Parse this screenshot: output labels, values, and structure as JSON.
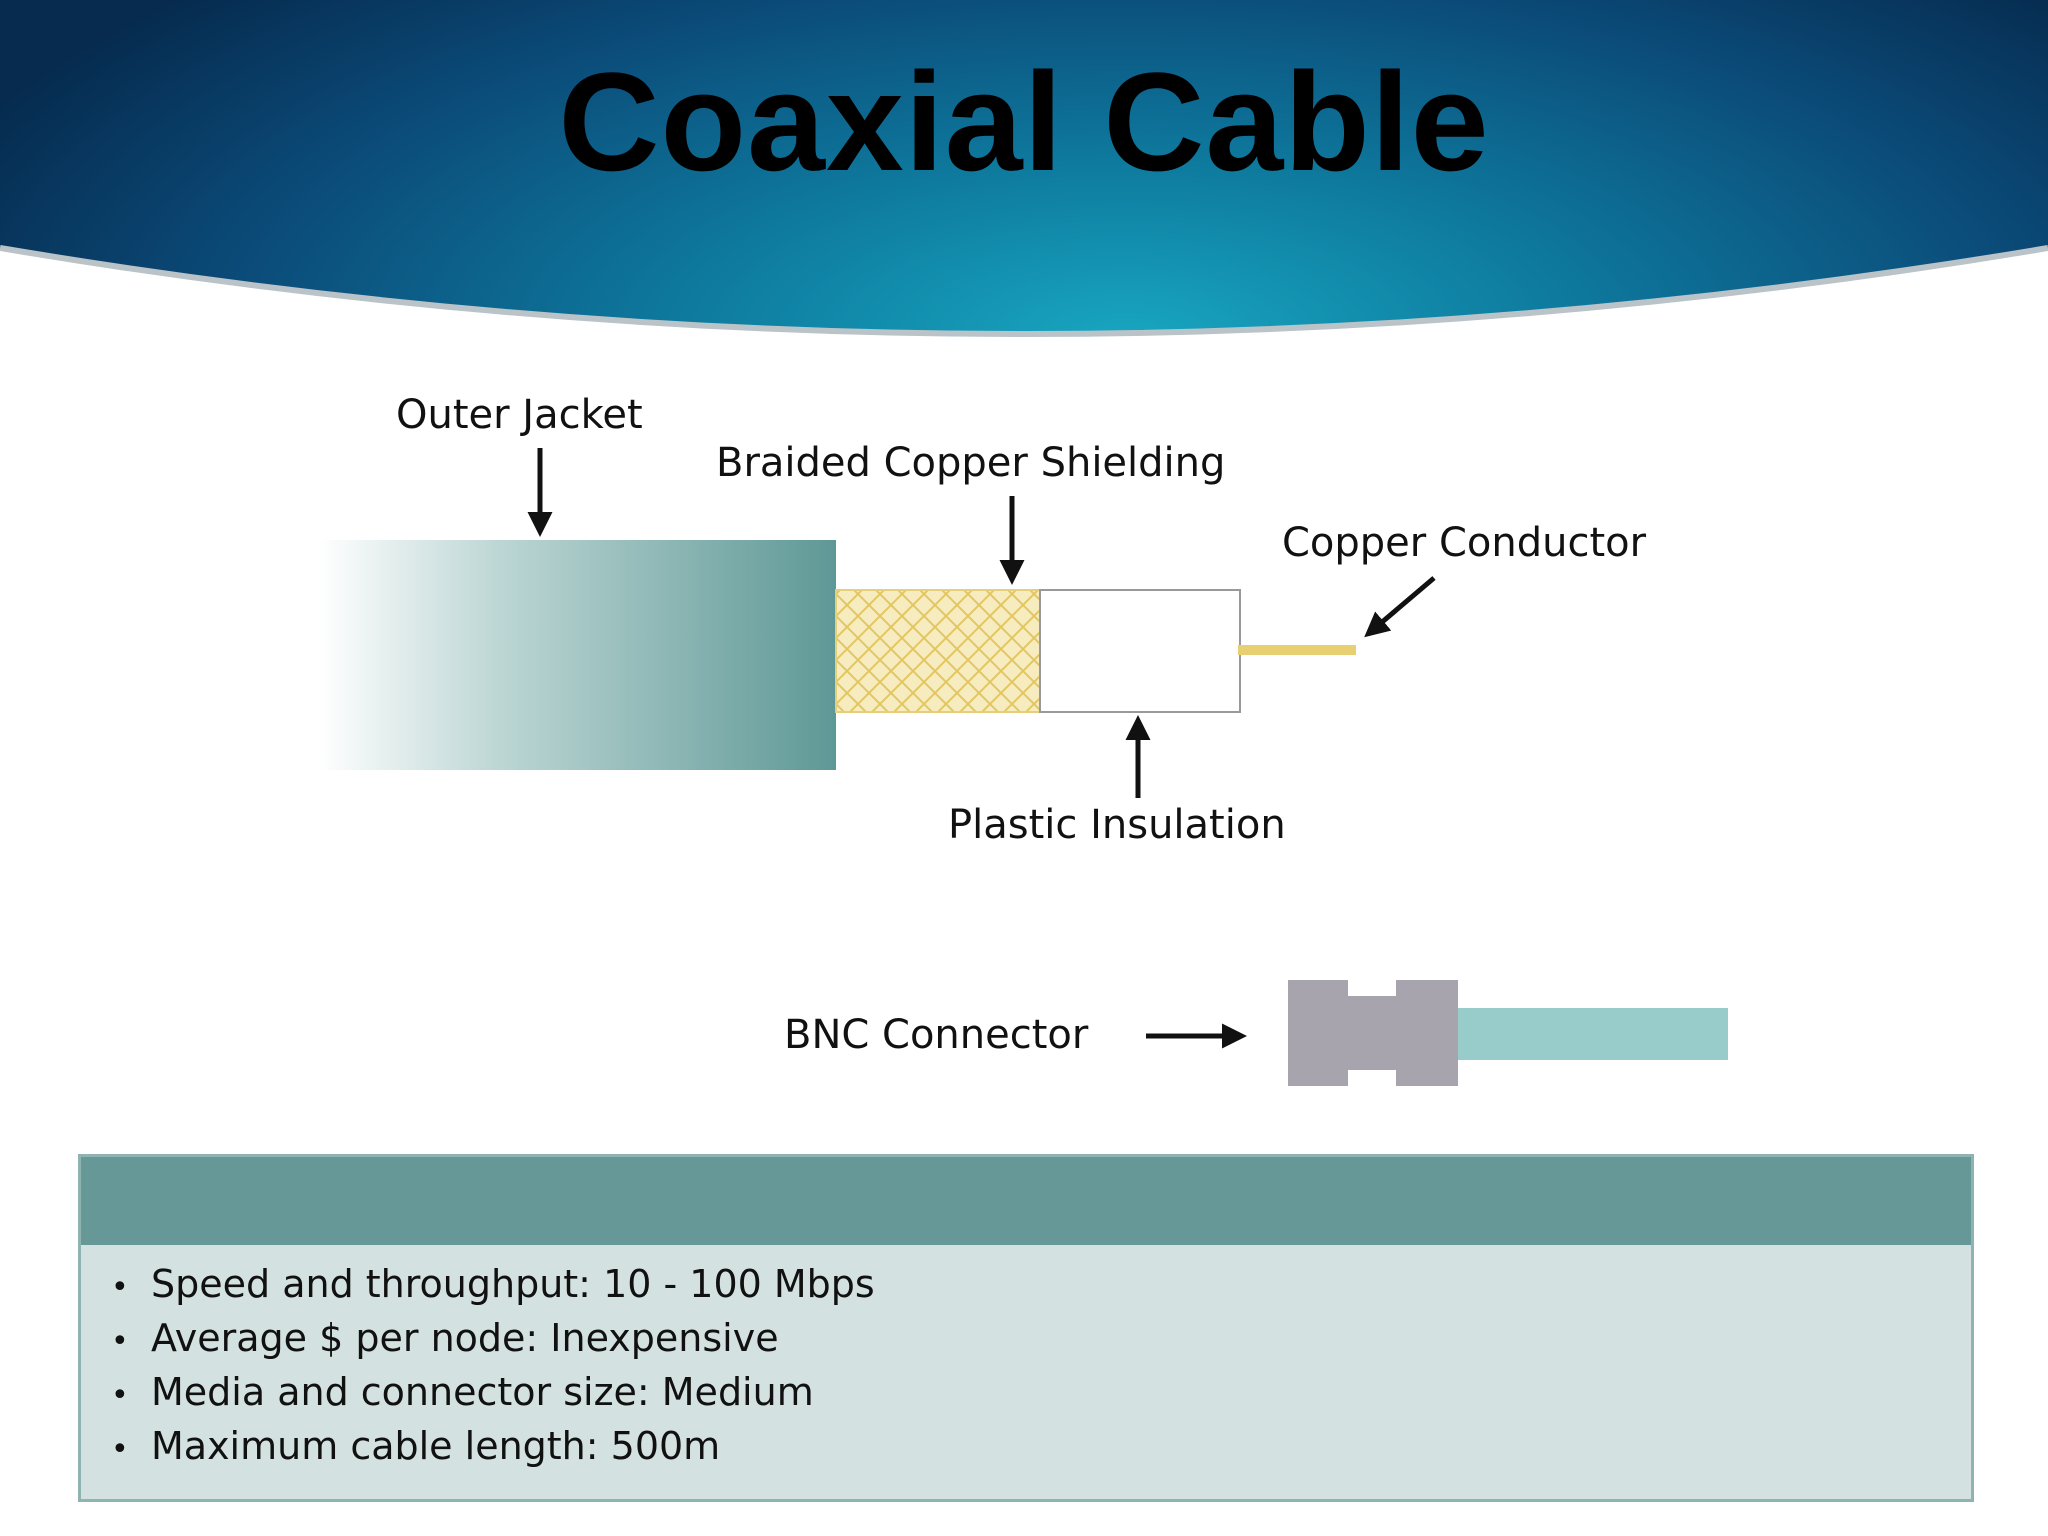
{
  "title": "Coaxial Cable",
  "labels": {
    "outer_jacket": "Outer Jacket",
    "braided_shielding": "Braided Copper Shielding",
    "copper_conductor": "Copper Conductor",
    "plastic_insulation": "Plastic Insulation",
    "bnc_connector": "BNC Connector"
  },
  "specs": [
    "Speed and throughput: 10 - 100 Mbps",
    "Average $ per node: Inexpensive",
    "Media and connector size: Medium",
    "Maximum cable length: 500m"
  ],
  "colors": {
    "header_dark": "#062b4f",
    "header_light": "#18a6c0",
    "jacket": "#5e9896",
    "shielding": "#efd88a",
    "conductor": "#e8cf72",
    "connector": "#a8a4ad",
    "connector_cable": "#98ccca",
    "panel_header": "#659897",
    "panel_body": "#d3e2e0"
  }
}
